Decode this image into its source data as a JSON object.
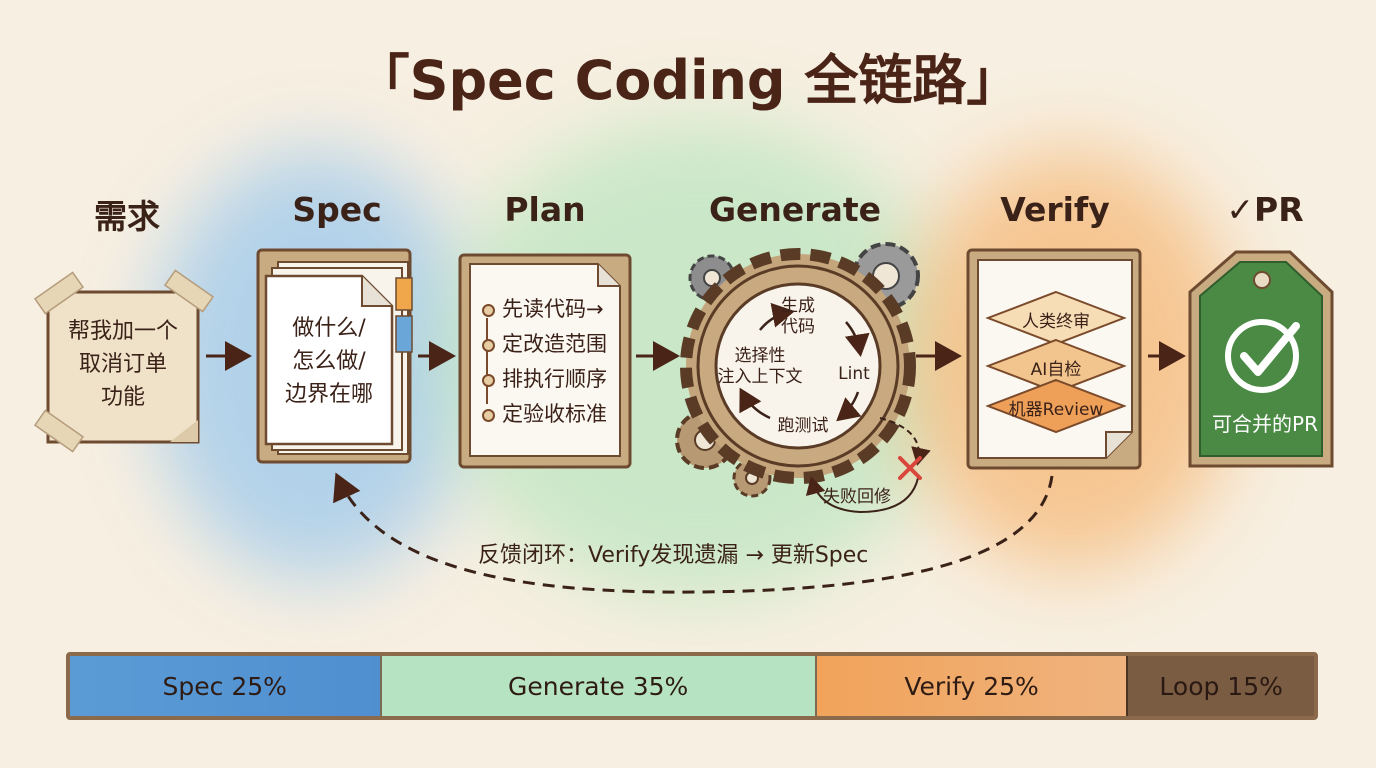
{
  "title": "「Spec Coding 全链路」",
  "stages": {
    "demand": "需求",
    "spec": "Spec",
    "plan": "Plan",
    "generate": "Generate",
    "verify": "Verify",
    "pr": "✓PR"
  },
  "demand_note": "帮我加一个\n取消订单\n功能",
  "spec_doc": "做什么/\n怎么做/\n边界在哪",
  "plan_items": [
    "先读代码→",
    "定改造范围",
    "排执行顺序",
    "定验收标准"
  ],
  "generate_cycle": {
    "top": "生成\n代码",
    "left": "选择性\n注入上下文",
    "right": "Lint",
    "bottom": "跑测试",
    "fail_label": "失败回修"
  },
  "verify_layers": [
    "人类终审",
    "AI自检",
    "机器Review"
  ],
  "pr_label": "可合并的PR",
  "feedback_label": "反馈闭环：Verify发现遗漏 → 更新Spec",
  "distribution": [
    {
      "label": "Spec 25%",
      "value": 25,
      "color": "#5b9bd5"
    },
    {
      "label": "Generate 35%",
      "value": 35,
      "color": "#b6e3c2"
    },
    {
      "label": "Verify 25%",
      "value": 25,
      "color": "#f1a35a"
    },
    {
      "label": "Loop 15%",
      "value": 15,
      "color": "#7a5c43"
    }
  ],
  "colors": {
    "spec_wash": "#a7cdeb",
    "generate_wash": "#bfe6c2",
    "verify_wash": "#f6bc7e",
    "pr_tag": "#4a8a45",
    "fail_mark": "#d9463b"
  }
}
